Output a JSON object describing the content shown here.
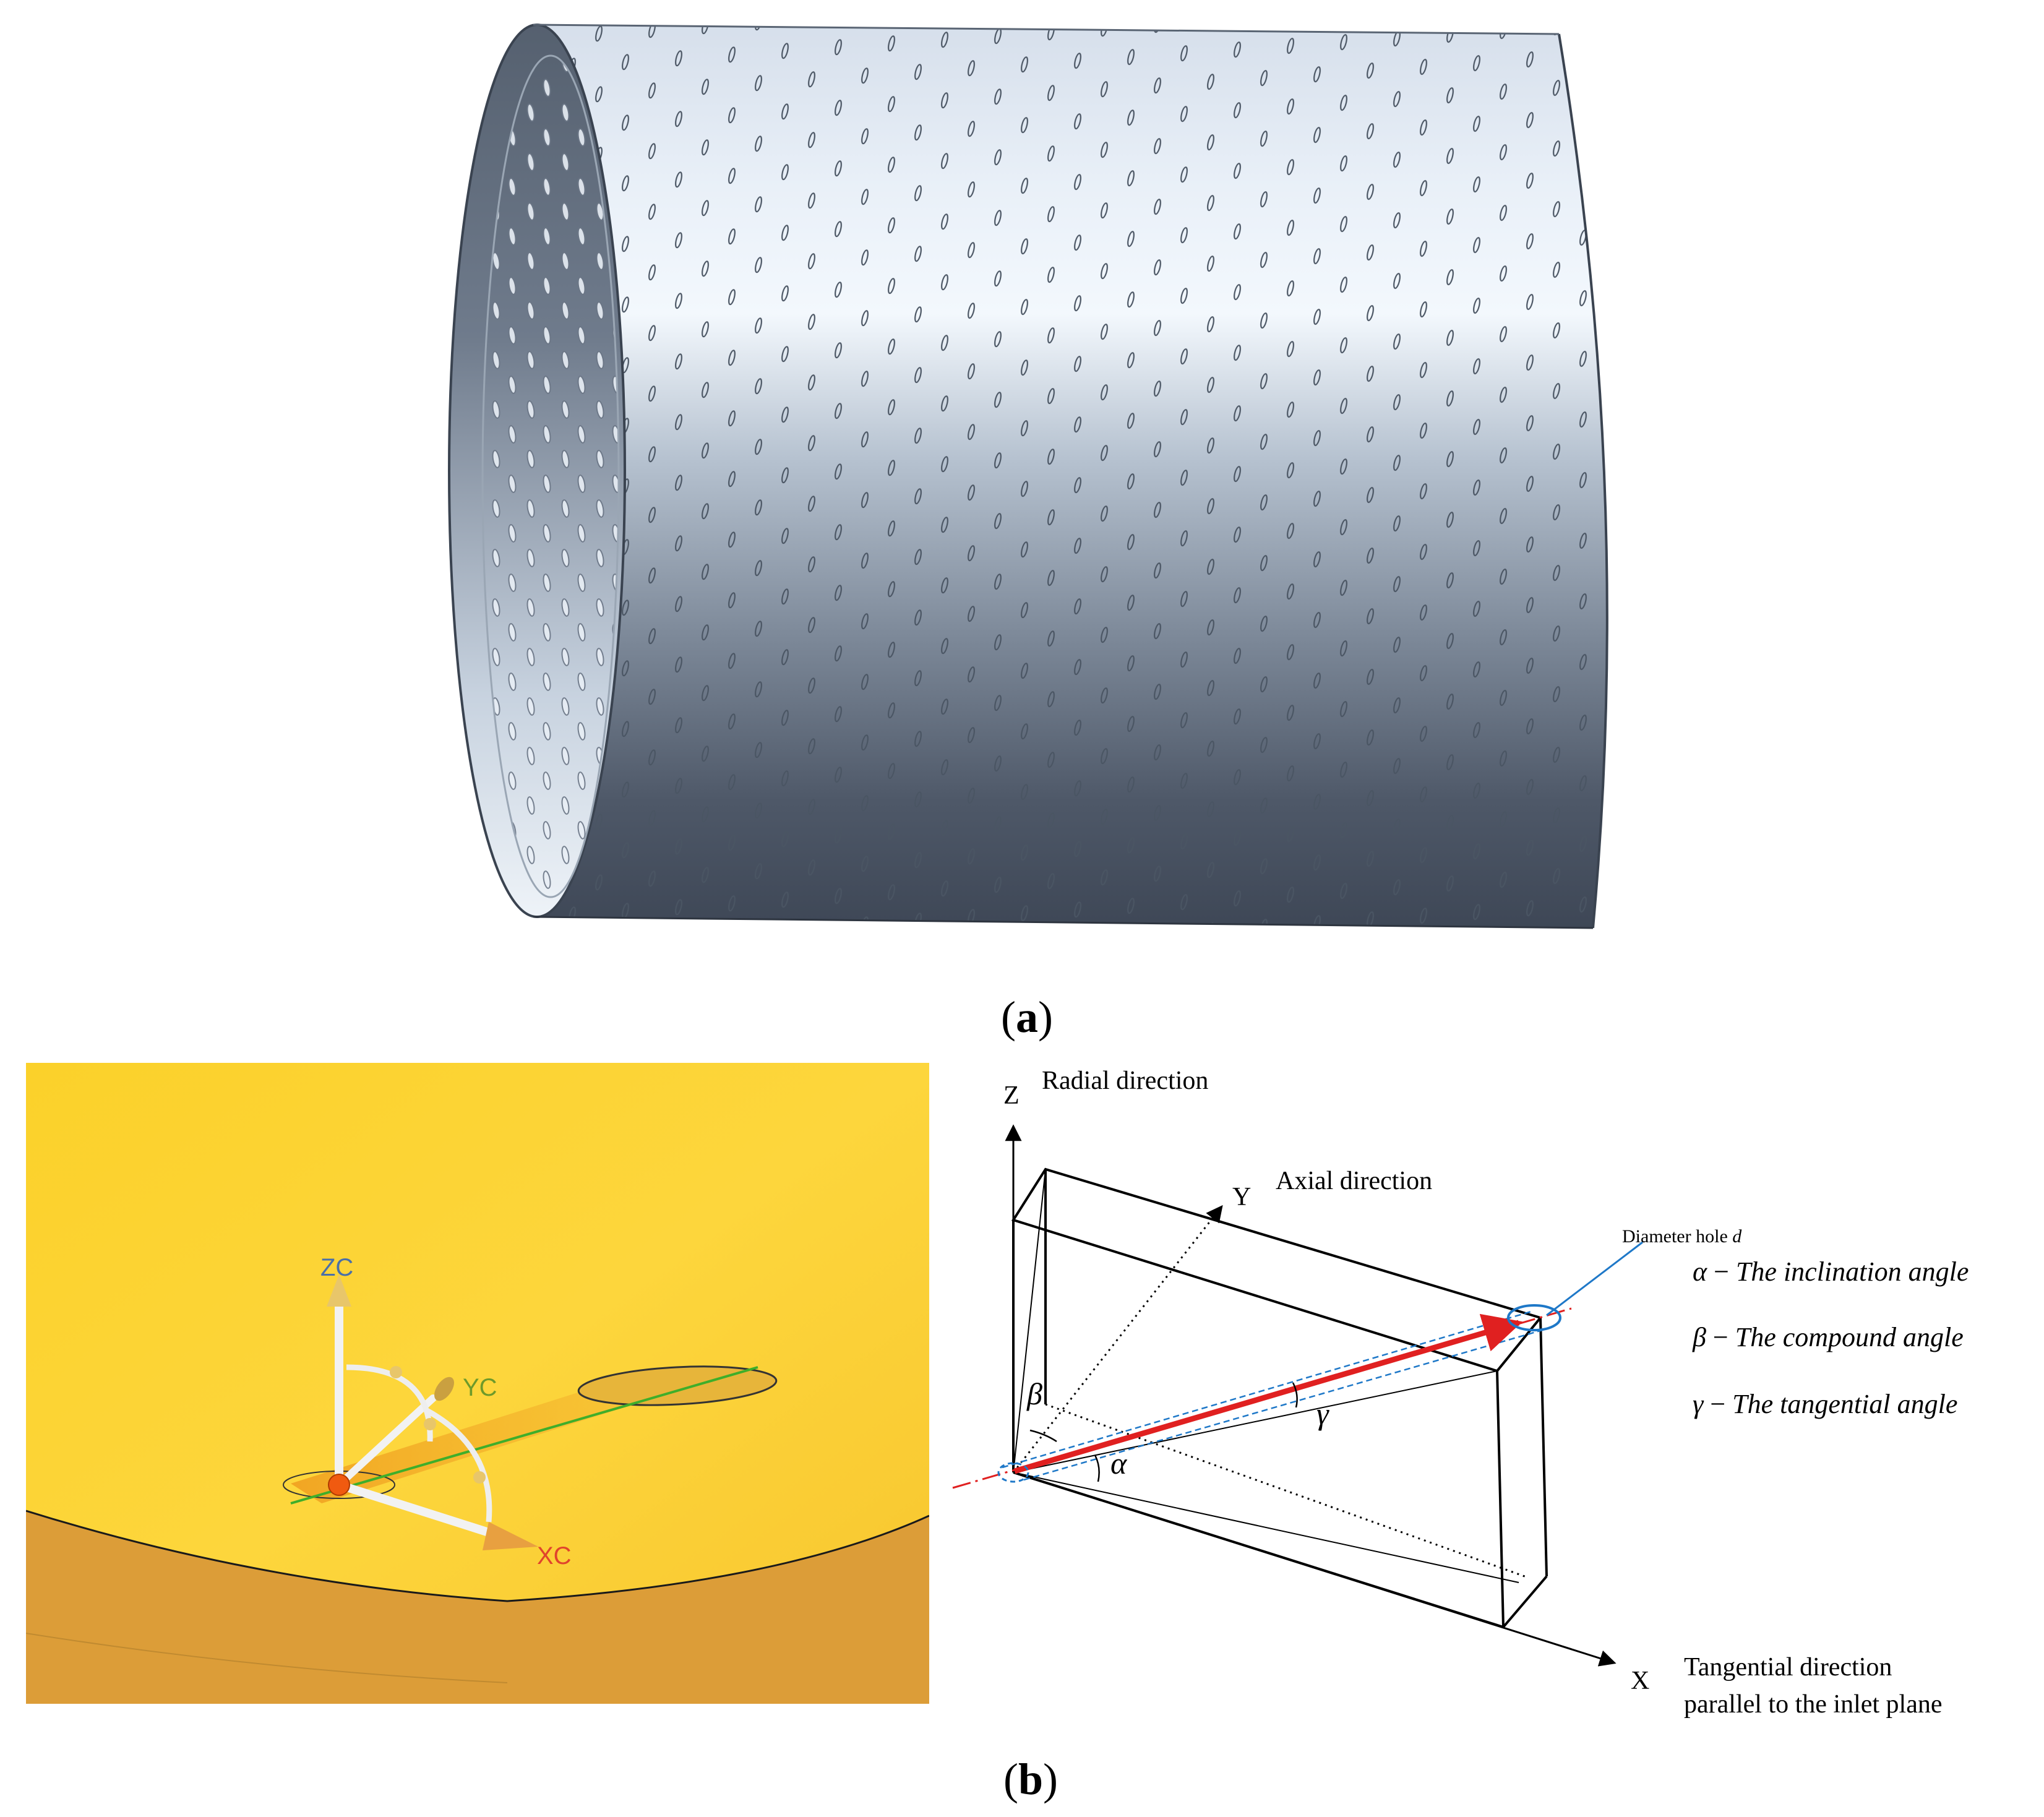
{
  "panel_a": {
    "label_open": "(",
    "label_letter": "a",
    "label_close": ")"
  },
  "panel_b": {
    "label_open": "(",
    "label_letter": "b",
    "label_close": ")"
  },
  "cad_view": {
    "axis_zc": "ZC",
    "axis_yc": "YC",
    "axis_xc": "XC",
    "colors": {
      "surface": "#fcd33a",
      "edge": "#dca23a",
      "zc": "#4a6fa8",
      "yc": "#6e9a2a",
      "xc": "#e0442c"
    }
  },
  "schematic": {
    "axis_z": "Z",
    "axis_y": "Y",
    "axis_x": "X",
    "radial": "Radial direction",
    "axial": "Axial direction",
    "tangential_line1": "Tangential direction",
    "tangential_line2": "parallel to the inlet plane",
    "diameter_label": "Diameter hole ",
    "diameter_symbol": "d",
    "beta_sym": "β",
    "gamma_sym": "γ",
    "alpha_sym": "α",
    "legend": [
      {
        "symbol": "α",
        "dash": " − ",
        "text": "The inclination angle"
      },
      {
        "symbol": "β",
        "dash": " − ",
        "text": "The compound angle"
      },
      {
        "symbol": "γ",
        "dash": " − ",
        "text": "The tangential angle"
      }
    ],
    "colors": {
      "hole_axis": "#e02020",
      "hole_walls": "#1e78c8"
    }
  }
}
